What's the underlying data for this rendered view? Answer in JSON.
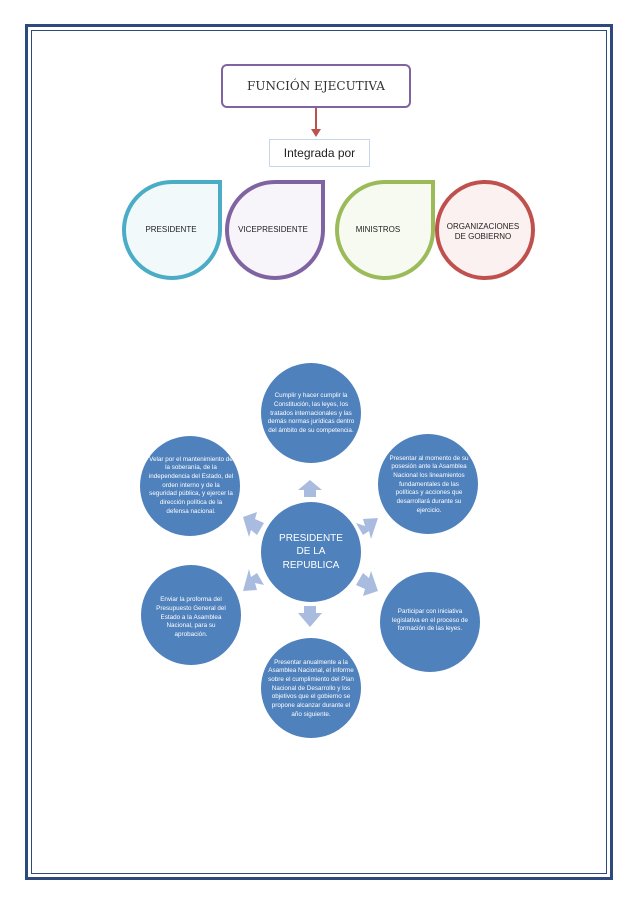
{
  "title": "FUNCIÓN EJECUTIVA",
  "subtitle": "Integrada por",
  "members": [
    {
      "label": "PRESIDENTE",
      "color": "#4bacc6"
    },
    {
      "label": "VICEPRESIDENTE",
      "color": "#8064a2"
    },
    {
      "label": "MINISTROS",
      "color": "#9bbb59"
    },
    {
      "label": "ORGANIZACIONES DE GOBIERNO",
      "color": "#c0504d"
    }
  ],
  "center": {
    "label": "PRESIDENTE DE LA REPUBLICA",
    "color": "#4f81bd"
  },
  "functions": [
    "Cumplir y hacer cumplir la Constitución, las leyes, los tratados internacionales y las demás normas jurídicas dentro del ámbito de su competencia.",
    "Presentar al momento de su posesión ante la Asamblea Nacional los lineamientos fundamentales de las políticas y acciones que desarrollará durante su ejercicio.",
    "Participar con iniciativa legislativa en el proceso de formación de las leyes.",
    "Presentar anualmente a la Asamblea Nacional, el informe sobre el cumplimiento del Plan Nacional de Desarrollo y los objetivos que el gobierno se propone alcanzar durante el año siguiente.",
    "Enviar la proforma del Presupuesto General del Estado a la Asamblea Nacional, para su aprobación.",
    "Velar por el mantenimiento de la soberanía, de la independencia del Estado, del orden interno y de la seguridad pública, y ejercer la dirección política de la defensa nacional."
  ]
}
